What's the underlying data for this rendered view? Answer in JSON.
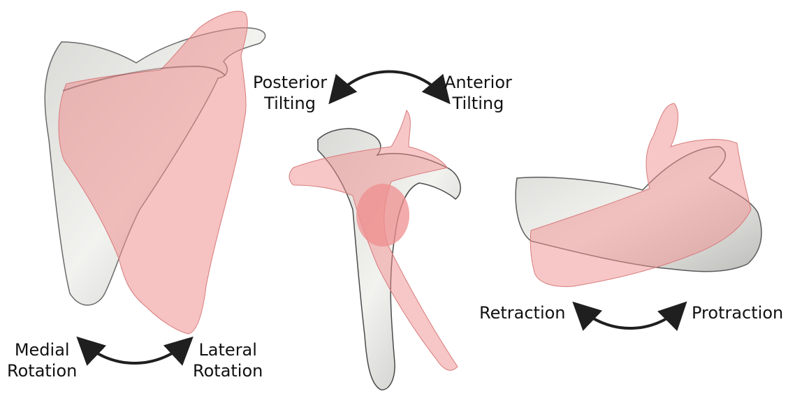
{
  "labels": {
    "posterior": [
      "Posterior",
      "Tilting"
    ],
    "anterior": [
      "Anterior",
      "Tilting"
    ],
    "retraction": "Retraction",
    "protraction": "Protraction",
    "medial": [
      "Medial",
      "Rotation"
    ],
    "lateral": [
      "Lateral",
      "Rotation"
    ]
  },
  "colors": {
    "bone_light": "#e9e9e6",
    "bone_dark": "#5a5a5a",
    "overlay_pink": "#ef8f8f",
    "arrow": "#1f1f1f"
  },
  "icons": [
    "curved-double-arrow"
  ]
}
